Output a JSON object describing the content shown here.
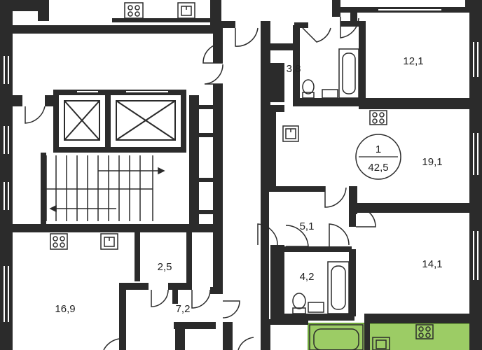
{
  "colors": {
    "wall": "#2b2b2b",
    "wall_light": "#555555",
    "highlight_fill": "#9ccc65",
    "highlight_stroke": "#6fa83a",
    "background": "#ffffff"
  },
  "apartment": {
    "number": "1",
    "area": "42,5"
  },
  "rooms": [
    {
      "id": "room-12-1",
      "area": "12,1"
    },
    {
      "id": "room-3-8",
      "area": "3,8"
    },
    {
      "id": "room-19-1",
      "area": "19,1"
    },
    {
      "id": "room-5-1",
      "area": "5,1"
    },
    {
      "id": "room-14-1",
      "area": "14,1"
    },
    {
      "id": "room-4-2",
      "area": "4,2"
    },
    {
      "id": "room-2-5",
      "area": "2,5"
    },
    {
      "id": "room-16-9",
      "area": "16,9"
    },
    {
      "id": "room-7-2",
      "area": "7,2"
    }
  ],
  "icons": [
    "stove-icon",
    "sink-icon",
    "bathtub-icon",
    "toilet-icon",
    "elevator-icon",
    "stairs-icon",
    "door-swing-icon",
    "window-icon"
  ]
}
